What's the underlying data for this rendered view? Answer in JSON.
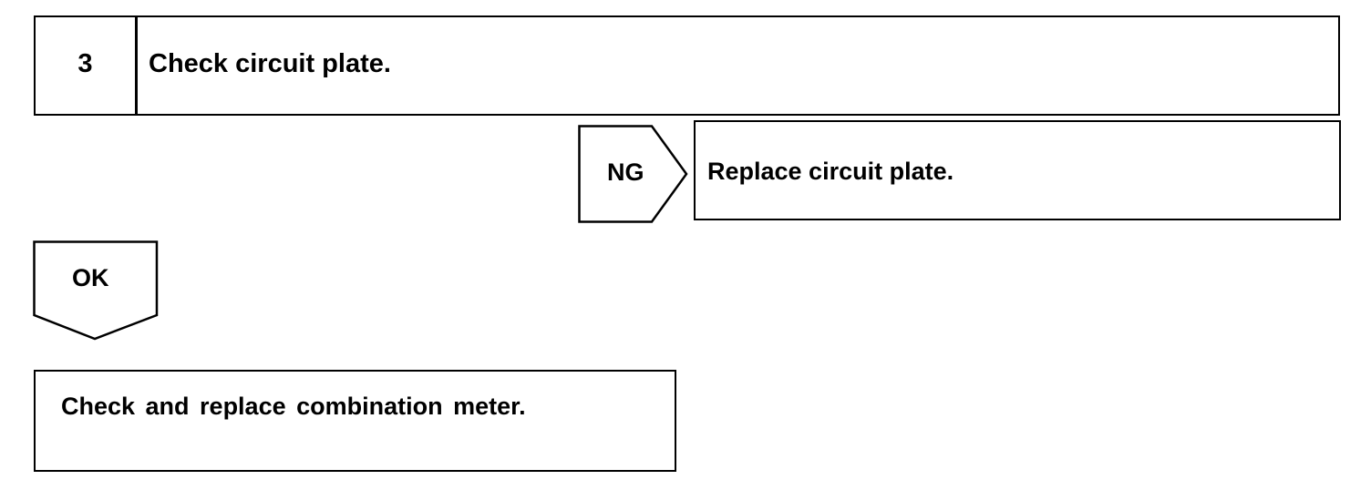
{
  "step": {
    "number": "3",
    "title": "Check circuit plate."
  },
  "ng_branch": {
    "label": "NG",
    "action": "Replace circuit plate."
  },
  "ok_branch": {
    "label": "OK",
    "action": "Check and replace combination meter."
  }
}
